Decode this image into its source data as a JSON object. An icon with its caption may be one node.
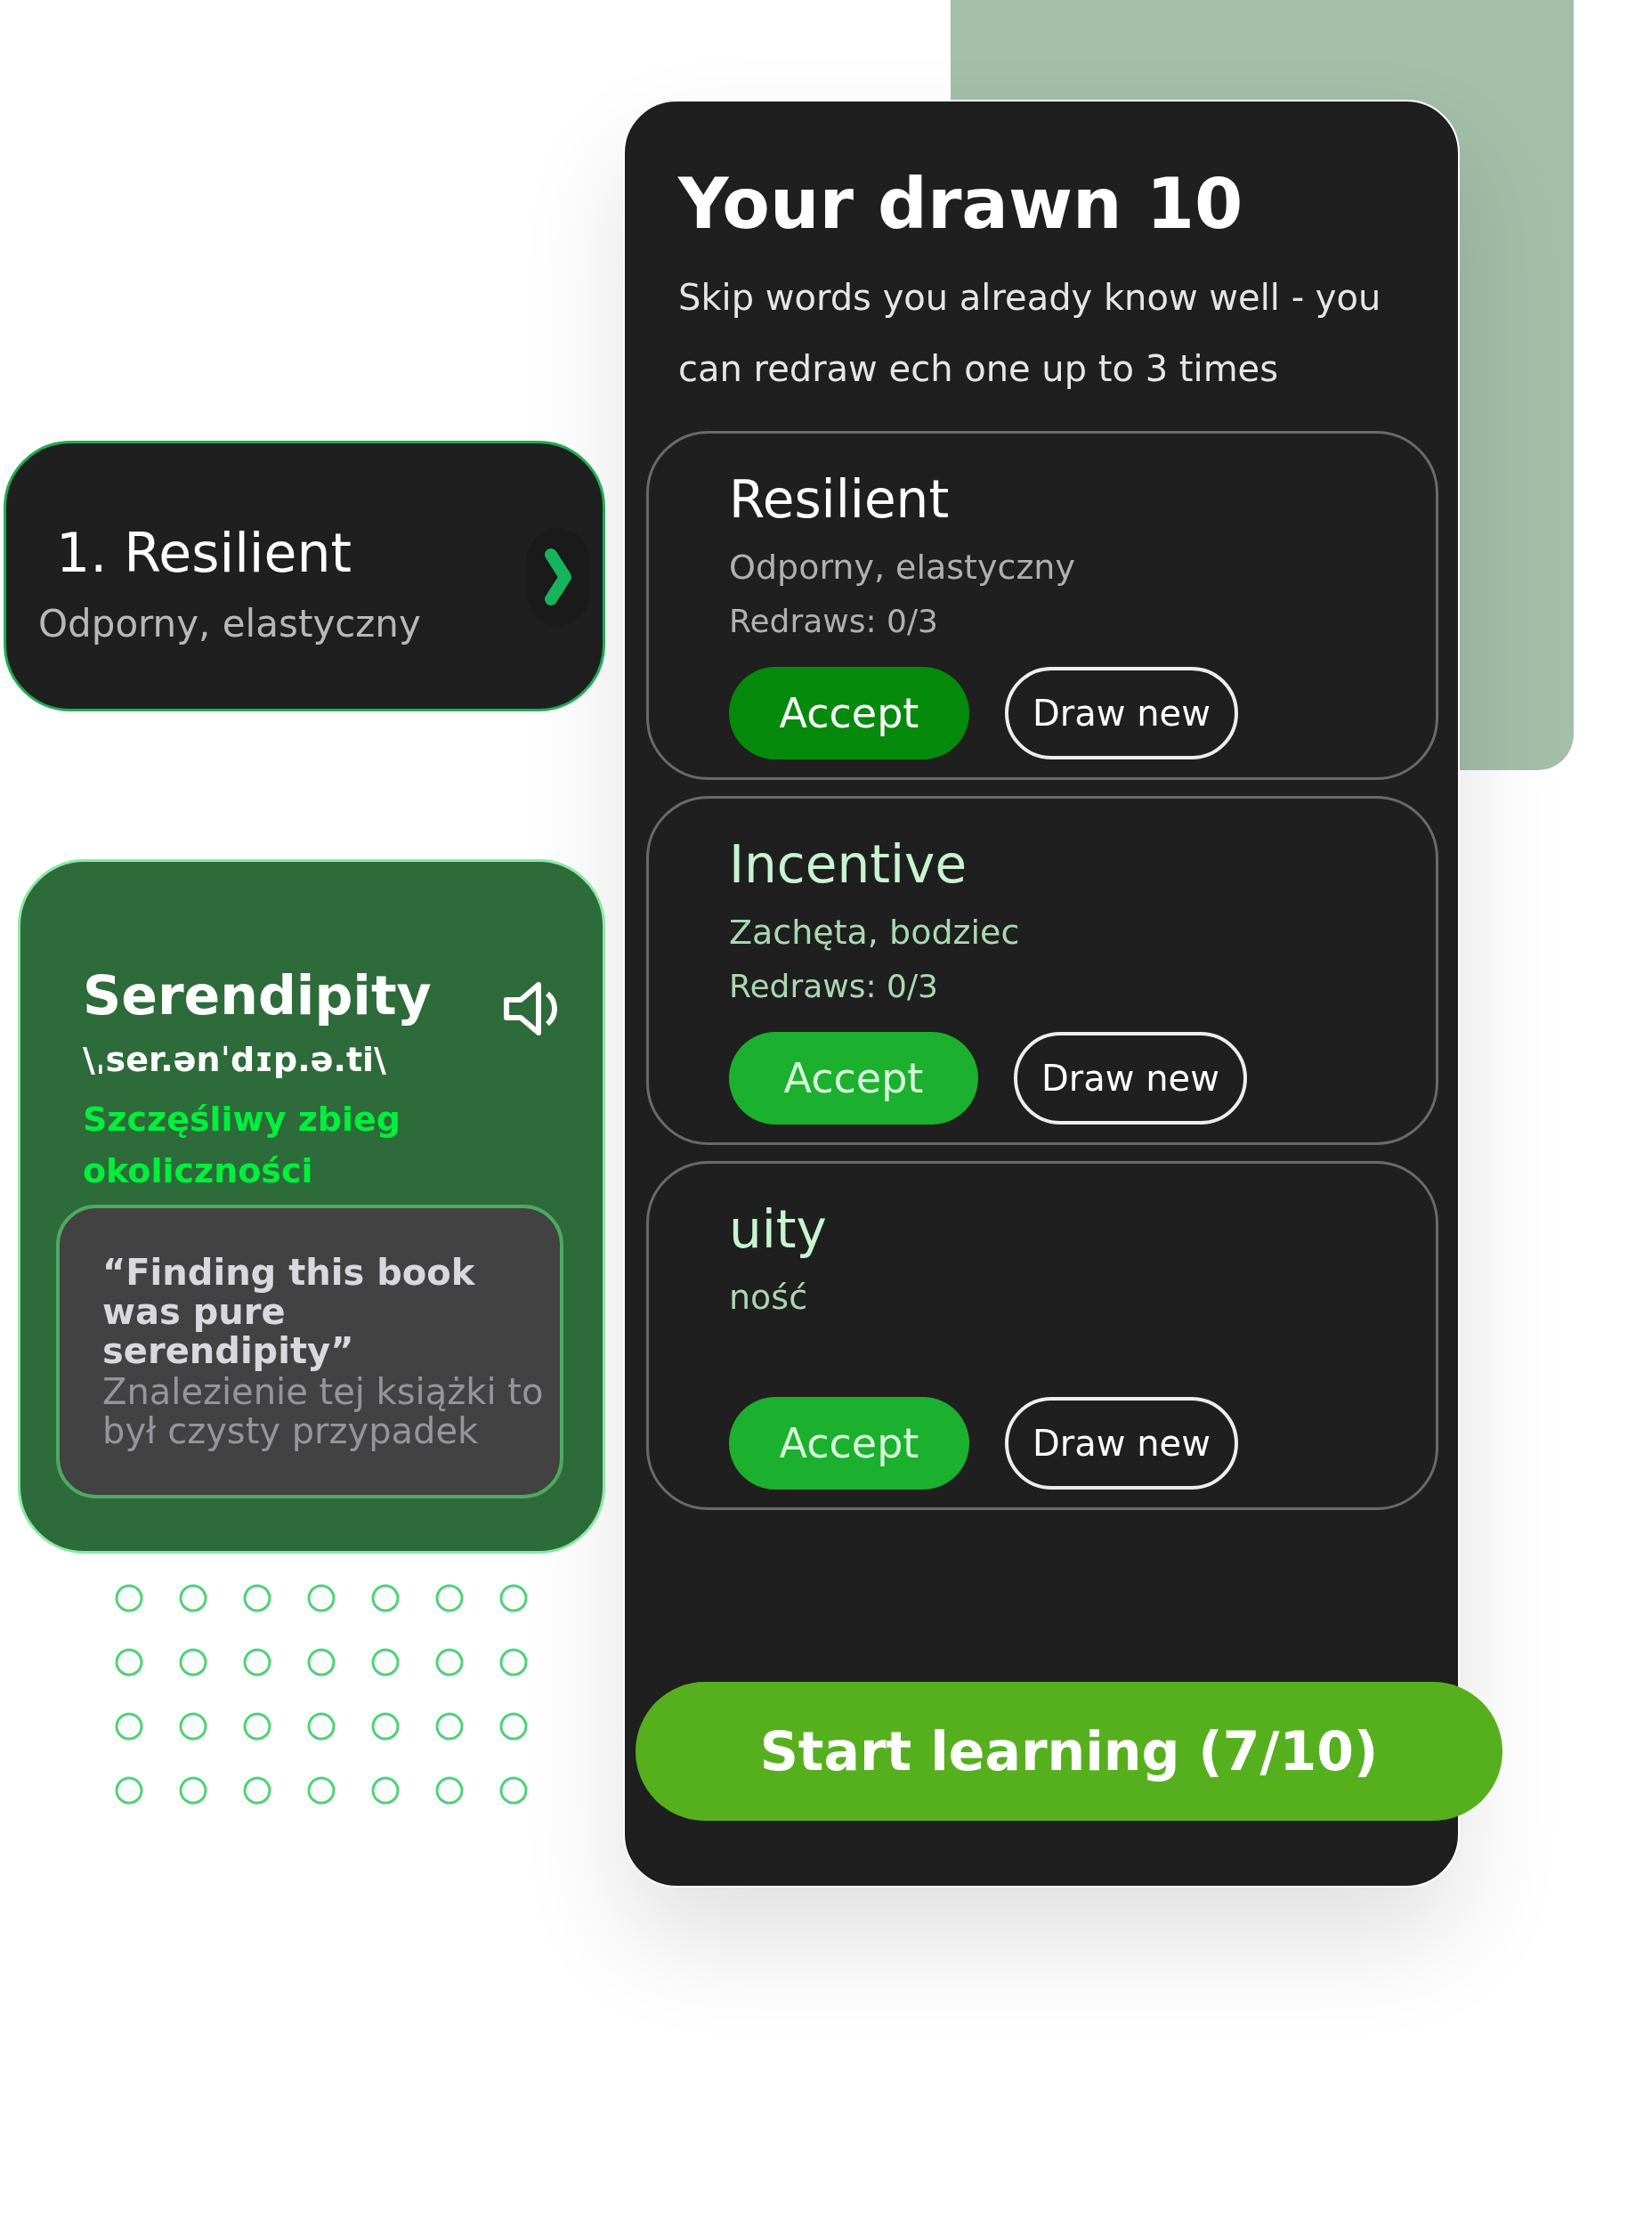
{
  "diagram": {
    "nodes": [
      {
        "text": [
          "Your drawn 10",
          "Skip words you already know well - you can redraw ech one up to 3 times"
        ]
      },
      {
        "text": [
          "Resilient",
          "Odporny, elastyczny",
          "Redraws: 0/3"
        ],
        "in": 0
      },
      {
        "text": [
          "Accept"
        ],
        "in": 1
      },
      {
        "text": [
          "Draw new"
        ],
        "in": 1
      },
      {
        "text": [
          "Incentive",
          "Zachęta, bodziec",
          "Redraws: 0/3"
        ],
        "in": 0
      },
      {
        "text": [
          "Accept"
        ],
        "in": 4
      },
      {
        "text": [
          "Draw new"
        ],
        "in": 4
      },
      {
        "text": [
          "uity",
          "ność"
        ],
        "in": 0
      },
      {
        "text": [
          "Accept"
        ],
        "in": 7
      },
      {
        "text": [
          "Draw new"
        ],
        "in": 7
      },
      {
        "text": [
          "Start learning (7/10)"
        ],
        "in": 0
      },
      {
        "text": [
          "1. Resilient",
          "Odporny, elastyczny"
        ]
      },
      {
        "text": [
          "Serendipity",
          "\\ˌser.ənˈdɪp.ə.ti\\",
          "Szczęśliwy zbieg okoliczności"
        ]
      },
      {
        "text": [
          "“Finding this book was pure serendipity”",
          "Znalezienie tej książki to był czysty przypadek"
        ],
        "in": 12
      }
    ]
  }
}
